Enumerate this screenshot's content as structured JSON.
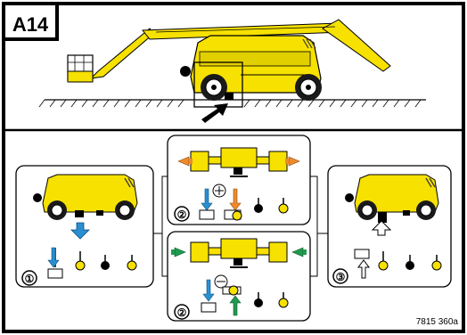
{
  "tag": "A14",
  "step_numbers": [
    "①",
    "②",
    "②",
    "③"
  ],
  "reference_code": "7815 360a",
  "colors": {
    "machine_yellow": "#f6e100",
    "stripe_dark": "#3a3a3a",
    "arrow_blue": "#2a8fd0",
    "arrow_orange": "#ef8a2c",
    "arrow_green": "#1f9a4e",
    "frame": "#000000",
    "panel_border": "#555555"
  },
  "icons": [
    "boom-lift-machine-icon",
    "stabilizer-axle-extend-icon",
    "stabilizer-axle-retract-icon",
    "hand-pull-lever-icon",
    "ground-hatch-icon"
  ]
}
